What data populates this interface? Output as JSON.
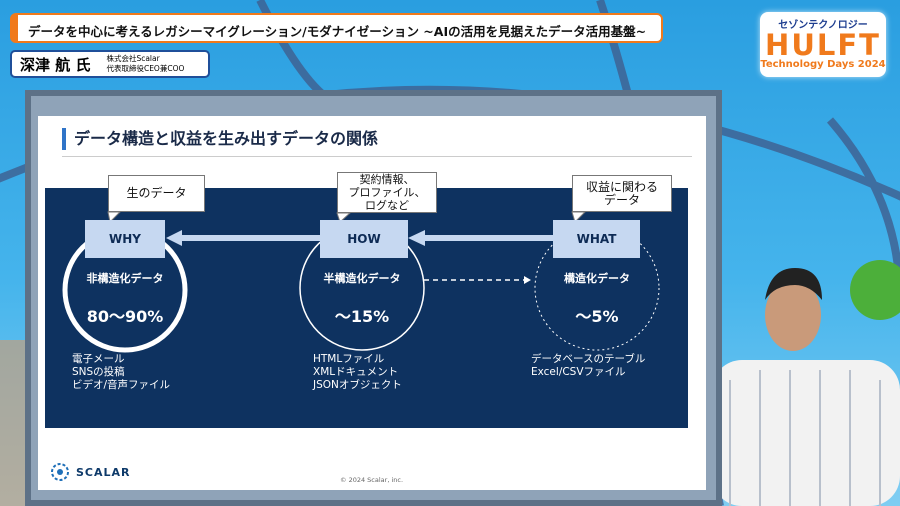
{
  "event": {
    "title": "データを中心に考えるレガシーマイグレーション/モダナイゼーション ~AIの活用を見据えたデータ活用基盤~",
    "speaker_name": "深津 航 氏",
    "speaker_company": "株式会社Scalar",
    "speaker_role": "代表取締役CEO兼COO"
  },
  "logo": {
    "top": "セゾンテクノロジー",
    "main": "HULFT",
    "sub": "Technology Days 2024"
  },
  "slide": {
    "title": "データ構造と収益を生み出すデータの関係",
    "columns": [
      {
        "box": "WHY",
        "callout": "生のデータ",
        "label": "非構造化データ",
        "pct": "80〜90%",
        "items": [
          "電子メール",
          "SNSの投稿",
          "ビデオ/音声ファイル"
        ]
      },
      {
        "box": "HOW",
        "callout": "契約情報、\nプロファイル、\nログなど",
        "label": "半構造化データ",
        "pct": "〜15%",
        "items": [
          "HTMLファイル",
          "XMLドキュメント",
          "JSONオブジェクト"
        ]
      },
      {
        "box": "WHAT",
        "callout": "収益に関わる\nデータ",
        "label": "構造化データ",
        "pct": "〜5%",
        "items": [
          "データベースのテーブル",
          "Excel/CSVファイル"
        ]
      }
    ],
    "brand": "SCALAR",
    "copyright": "© 2024 Scalar, inc."
  }
}
